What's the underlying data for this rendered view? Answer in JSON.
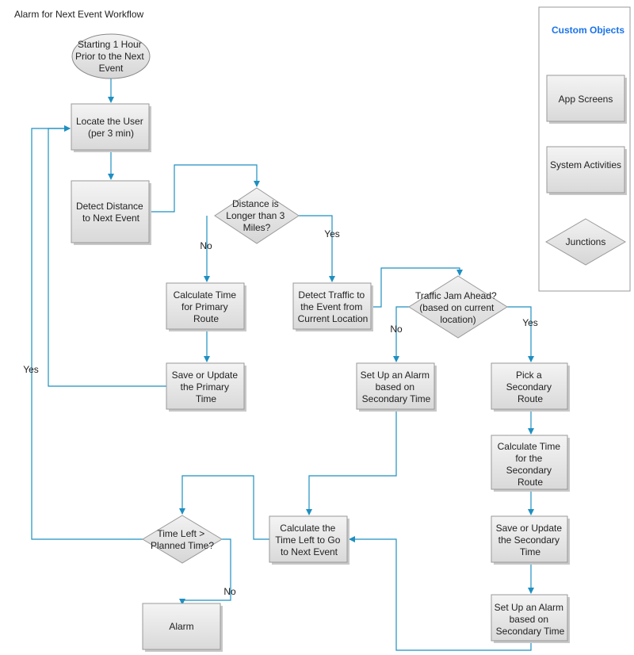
{
  "title": "Alarm for Next Event Workflow",
  "legend": {
    "title": "Custom Objects",
    "items": [
      "App Screens",
      "System Activities",
      "Junctions"
    ]
  },
  "nodes": {
    "start": [
      "Starting 1 Hour",
      "Prior to the Next",
      "Event"
    ],
    "locate": [
      "Locate the User",
      "(per 3 min)"
    ],
    "detect_distance": [
      "Detect Distance",
      "to Next Event"
    ],
    "distance_q": [
      "Distance is",
      "Longer than 3",
      "Miles?"
    ],
    "calc_primary": [
      "Calculate Time",
      "for Primary",
      "Route"
    ],
    "save_primary": [
      "Save or Update",
      "the Primary",
      "Time"
    ],
    "detect_traffic": [
      "Detect Traffic to",
      "the Event from",
      "Current Location"
    ],
    "traffic_q": [
      "Traffic Jam Ahead?",
      "(based on current",
      "location)"
    ],
    "alarm_secondary_left": [
      "Set Up an Alarm",
      "based on",
      "Secondary Time"
    ],
    "pick_secondary": [
      "Pick a",
      "Secondary",
      "Route"
    ],
    "calc_secondary": [
      "Calculate Time",
      "for the",
      "Secondary",
      "Route"
    ],
    "save_secondary": [
      "Save or Update",
      "the Secondary",
      "Time"
    ],
    "alarm_secondary_right": [
      "Set Up an Alarm",
      "based on",
      "Secondary Time"
    ],
    "calc_time_left": [
      "Calculate the",
      "Time Left to Go",
      "to Next Event"
    ],
    "time_left_q": [
      "Time Left >",
      "Planned Time?"
    ],
    "alarm": [
      "Alarm"
    ]
  },
  "edge_labels": {
    "distance_no": "No",
    "distance_yes": "Yes",
    "traffic_no": "No",
    "traffic_yes": "Yes",
    "time_yes": "Yes",
    "time_no": "No"
  }
}
